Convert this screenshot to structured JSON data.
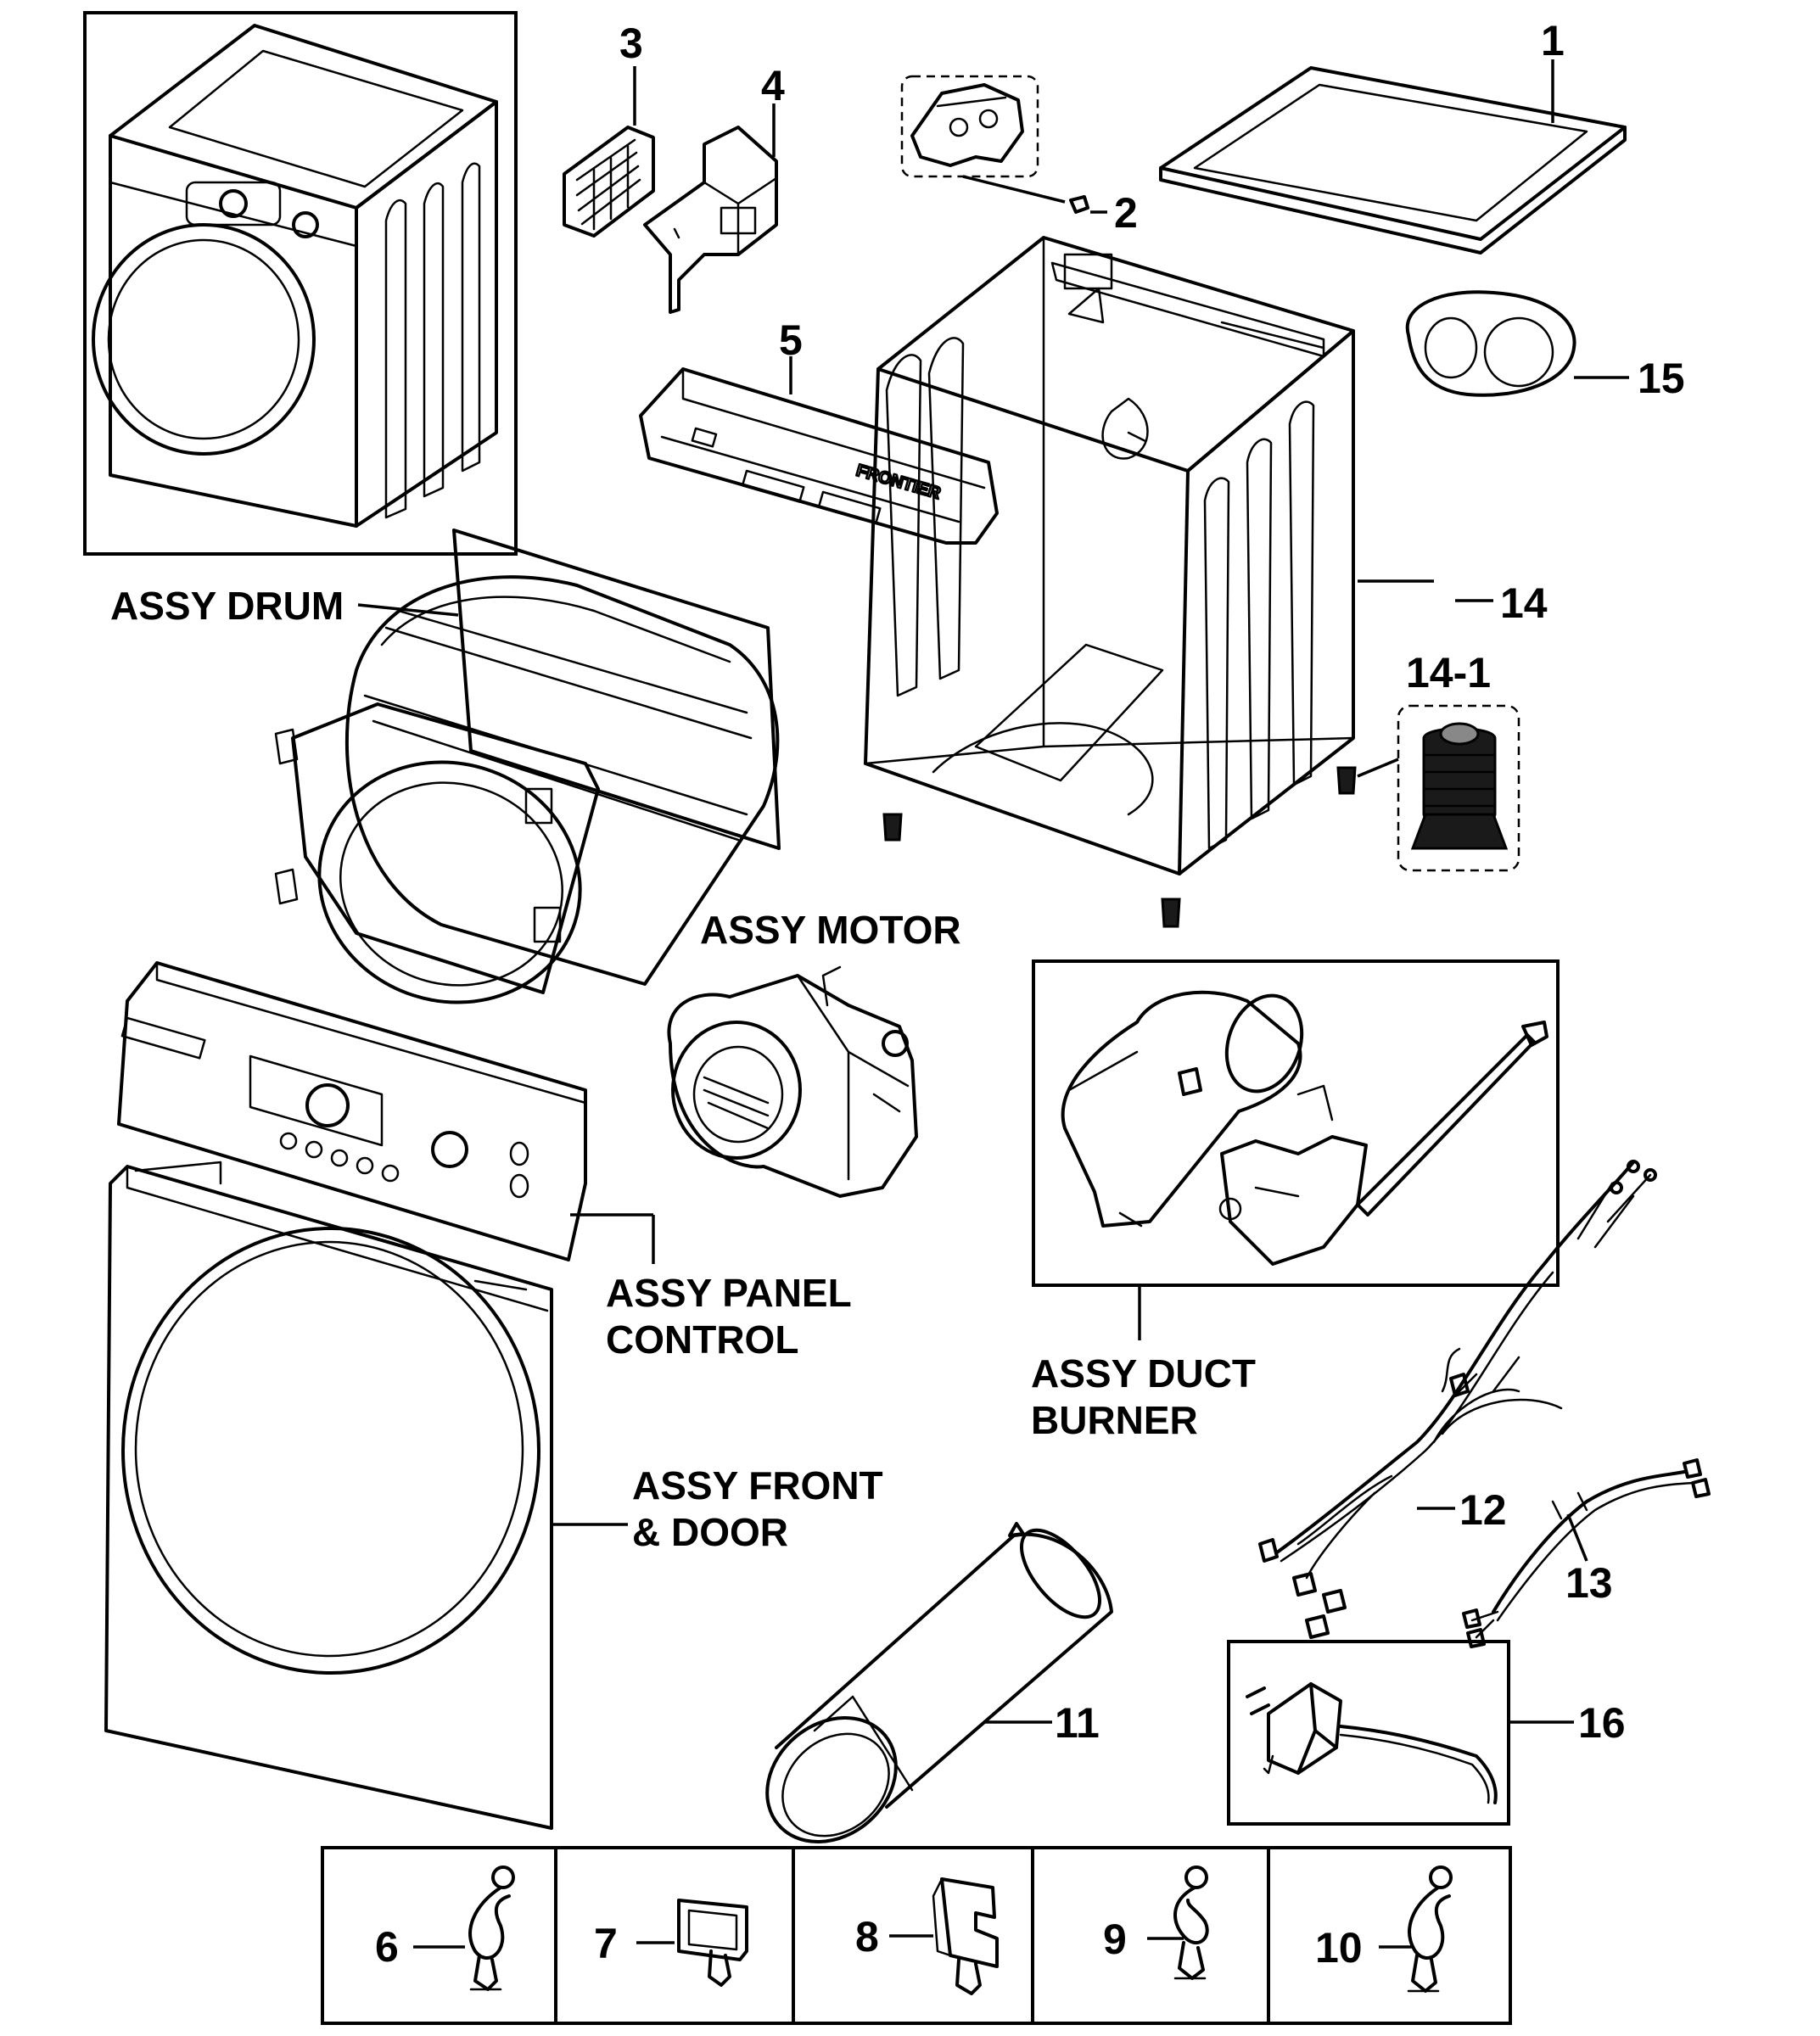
{
  "callouts": {
    "c1": "1",
    "c2": "2",
    "c3": "3",
    "c4": "4",
    "c5": "5",
    "c6": "6",
    "c7": "7",
    "c8": "8",
    "c9": "9",
    "c10": "10",
    "c11": "11",
    "c12": "12",
    "c13": "13",
    "c14": "14",
    "c14_1": "14-1",
    "c15": "15",
    "c16": "16"
  },
  "assemblies": {
    "drum": "ASSY DRUM",
    "motor": "ASSY MOTOR",
    "panel_control_1": "ASSY PANEL",
    "panel_control_2": "CONTROL",
    "duct_burner_1": "ASSY DUCT",
    "duct_burner_2": "BURNER",
    "front_door_1": "ASSY FRONT",
    "front_door_2": "& DOOR"
  },
  "part_markings": {
    "frontier": "FRONTIER"
  }
}
